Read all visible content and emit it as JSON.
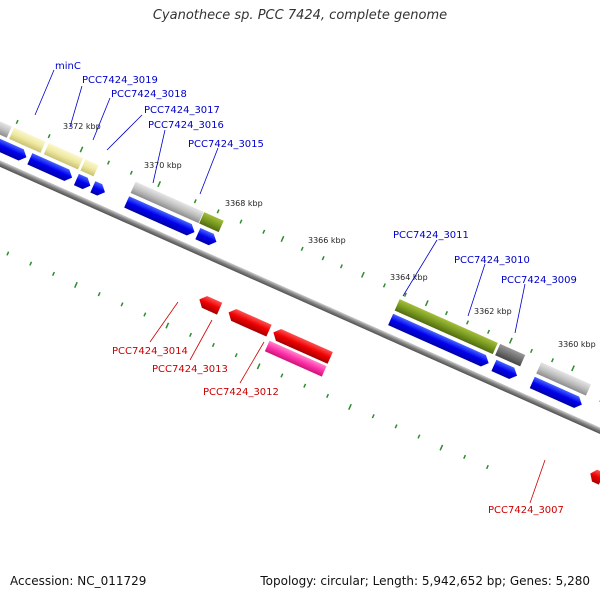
{
  "title": "Cyanothece sp. PCC 7424, complete genome",
  "footer": {
    "accession": "Accession: NC_011729",
    "topology": "Topology: circular; Length: 5,942,652 bp; Genes: 5,280"
  },
  "colors": {
    "label_forward": "#0000cc",
    "label_reverse": "#cc0000",
    "backbone": "#808080",
    "tick": "#2e8b2e",
    "cds_forward": "#0000ee",
    "cds_reverse": "#ee0000",
    "feature_yellow": "#eee8a0",
    "feature_olive": "#7a9a20",
    "feature_gray": "#c0c0c0",
    "feature_darkgray": "#707070",
    "feature_magenta": "#ff33aa",
    "feature_green": "#22cc44",
    "feature_teal": "#5599cc"
  },
  "kbp_labels": [
    "3372 kbp",
    "3370 kbp",
    "3368 kbp",
    "3366 kbp",
    "3364 kbp",
    "3362 kbp",
    "3360 kbp"
  ],
  "forward_labels": [
    "minC",
    "PCC7424_3019",
    "PCC7424_3018",
    "PCC7424_3017",
    "PCC7424_3016",
    "PCC7424_3015",
    "PCC7424_3011",
    "PCC7424_3010",
    "PCC7424_3009"
  ],
  "reverse_labels": [
    "PCC7424_3014",
    "PCC7424_3013",
    "PCC7424_3012",
    "PCC7424_3007"
  ]
}
